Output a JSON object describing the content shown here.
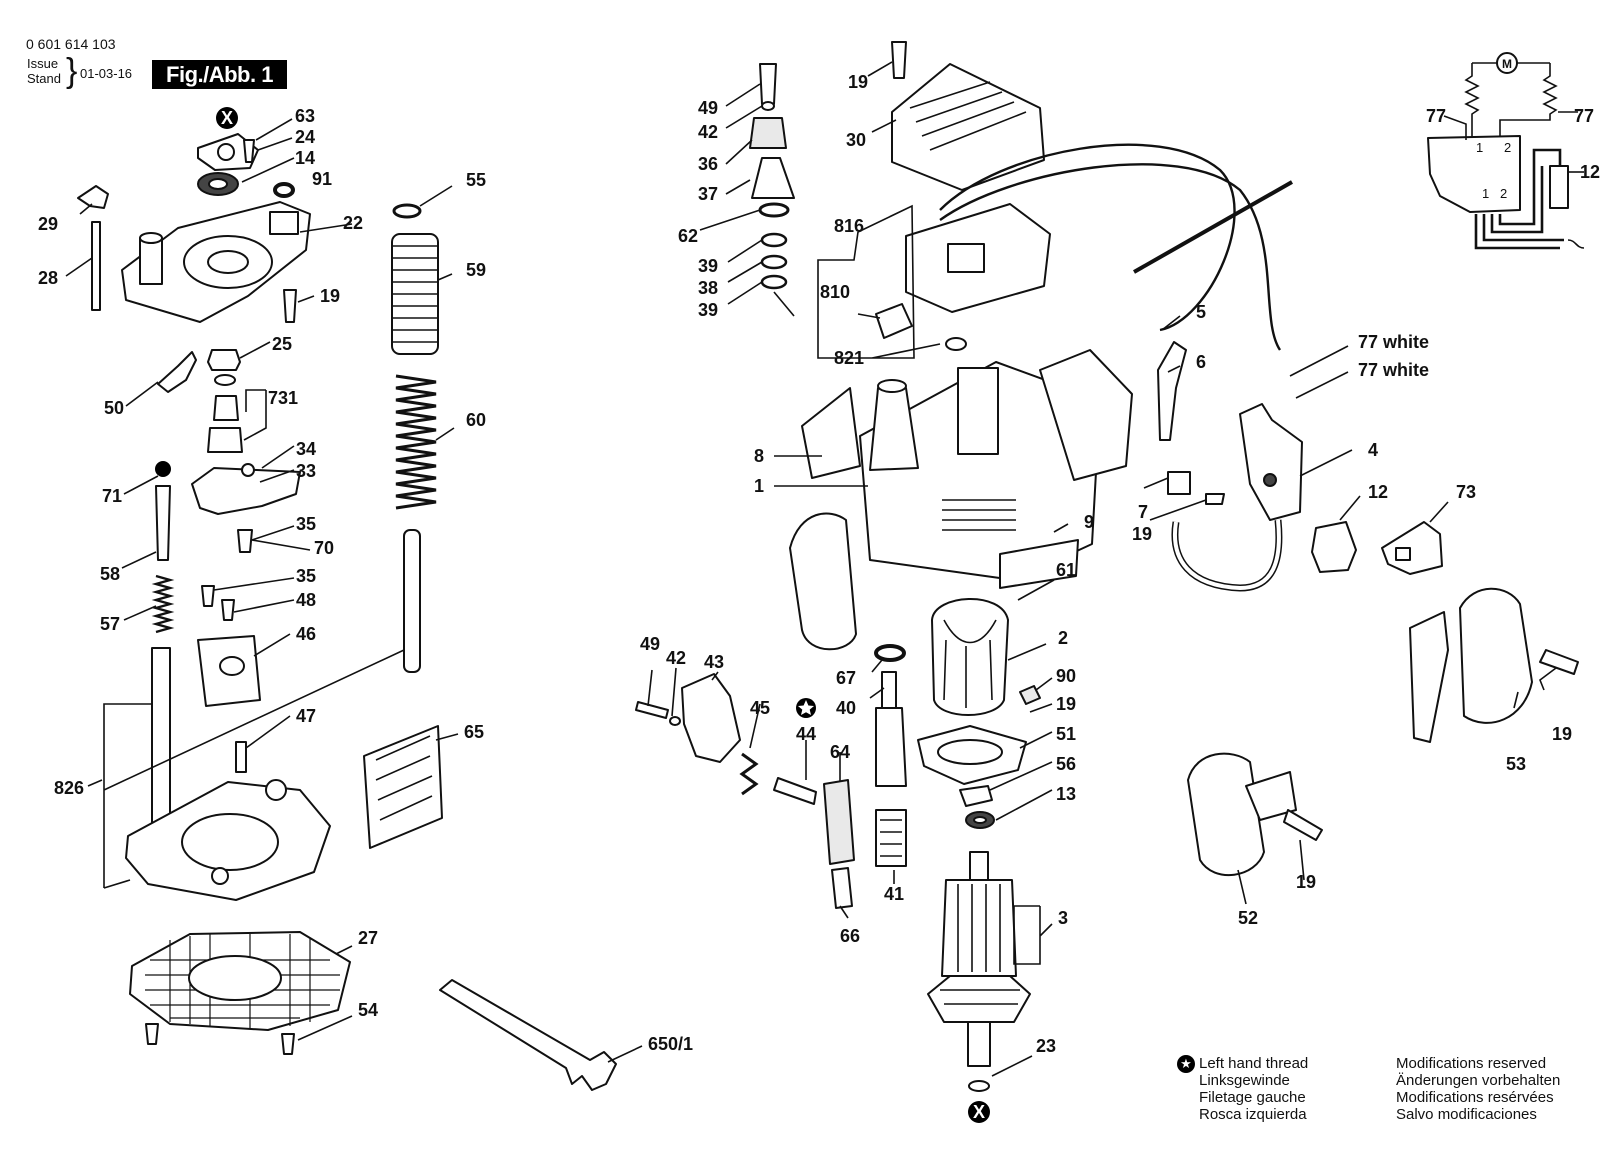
{
  "header": {
    "doc_number": "0 601 614 103",
    "issue_label": "Issue",
    "stand_label": "Stand",
    "date": "01-03-16",
    "fig_label": "Fig./Abb. 1"
  },
  "callouts": [
    "63",
    "24",
    "14",
    "91",
    "22",
    "29",
    "28",
    "19",
    "25",
    "731",
    "50",
    "34",
    "33",
    "71",
    "35",
    "70",
    "58",
    "35",
    "48",
    "57",
    "46",
    "47",
    "826",
    "65",
    "27",
    "54",
    "55",
    "59",
    "60",
    "650/1",
    "49",
    "42",
    "36",
    "37",
    "62",
    "39",
    "38",
    "39",
    "19",
    "30",
    "816",
    "810",
    "821",
    "8",
    "1",
    "5",
    "6",
    "7",
    "19",
    "77 white",
    "77 white",
    "4",
    "12",
    "73",
    "9",
    "61",
    "2",
    "90",
    "19",
    "51",
    "56",
    "13",
    "67",
    "40",
    "41",
    "64",
    "66",
    "49",
    "42",
    "43",
    "45",
    "44",
    "3",
    "23",
    "53",
    "19",
    "52",
    "19",
    "77",
    "77",
    "12"
  ],
  "part_labels": {
    "white_color": "white"
  },
  "legend": {
    "thread": [
      "Left hand thread",
      "Linksgewinde",
      "Filetage gauche",
      "Rosca izquierda"
    ],
    "modifications": [
      "Modifications reserved",
      "Änderungen vorbehalten",
      "Modifications resérvées",
      "Salvo modificaciones"
    ]
  },
  "symbols": {
    "x_marker": "X",
    "motor_marker": "M",
    "star_icon": "star-icon"
  },
  "schematic_terminals": [
    "1",
    "2",
    "1",
    "2"
  ]
}
